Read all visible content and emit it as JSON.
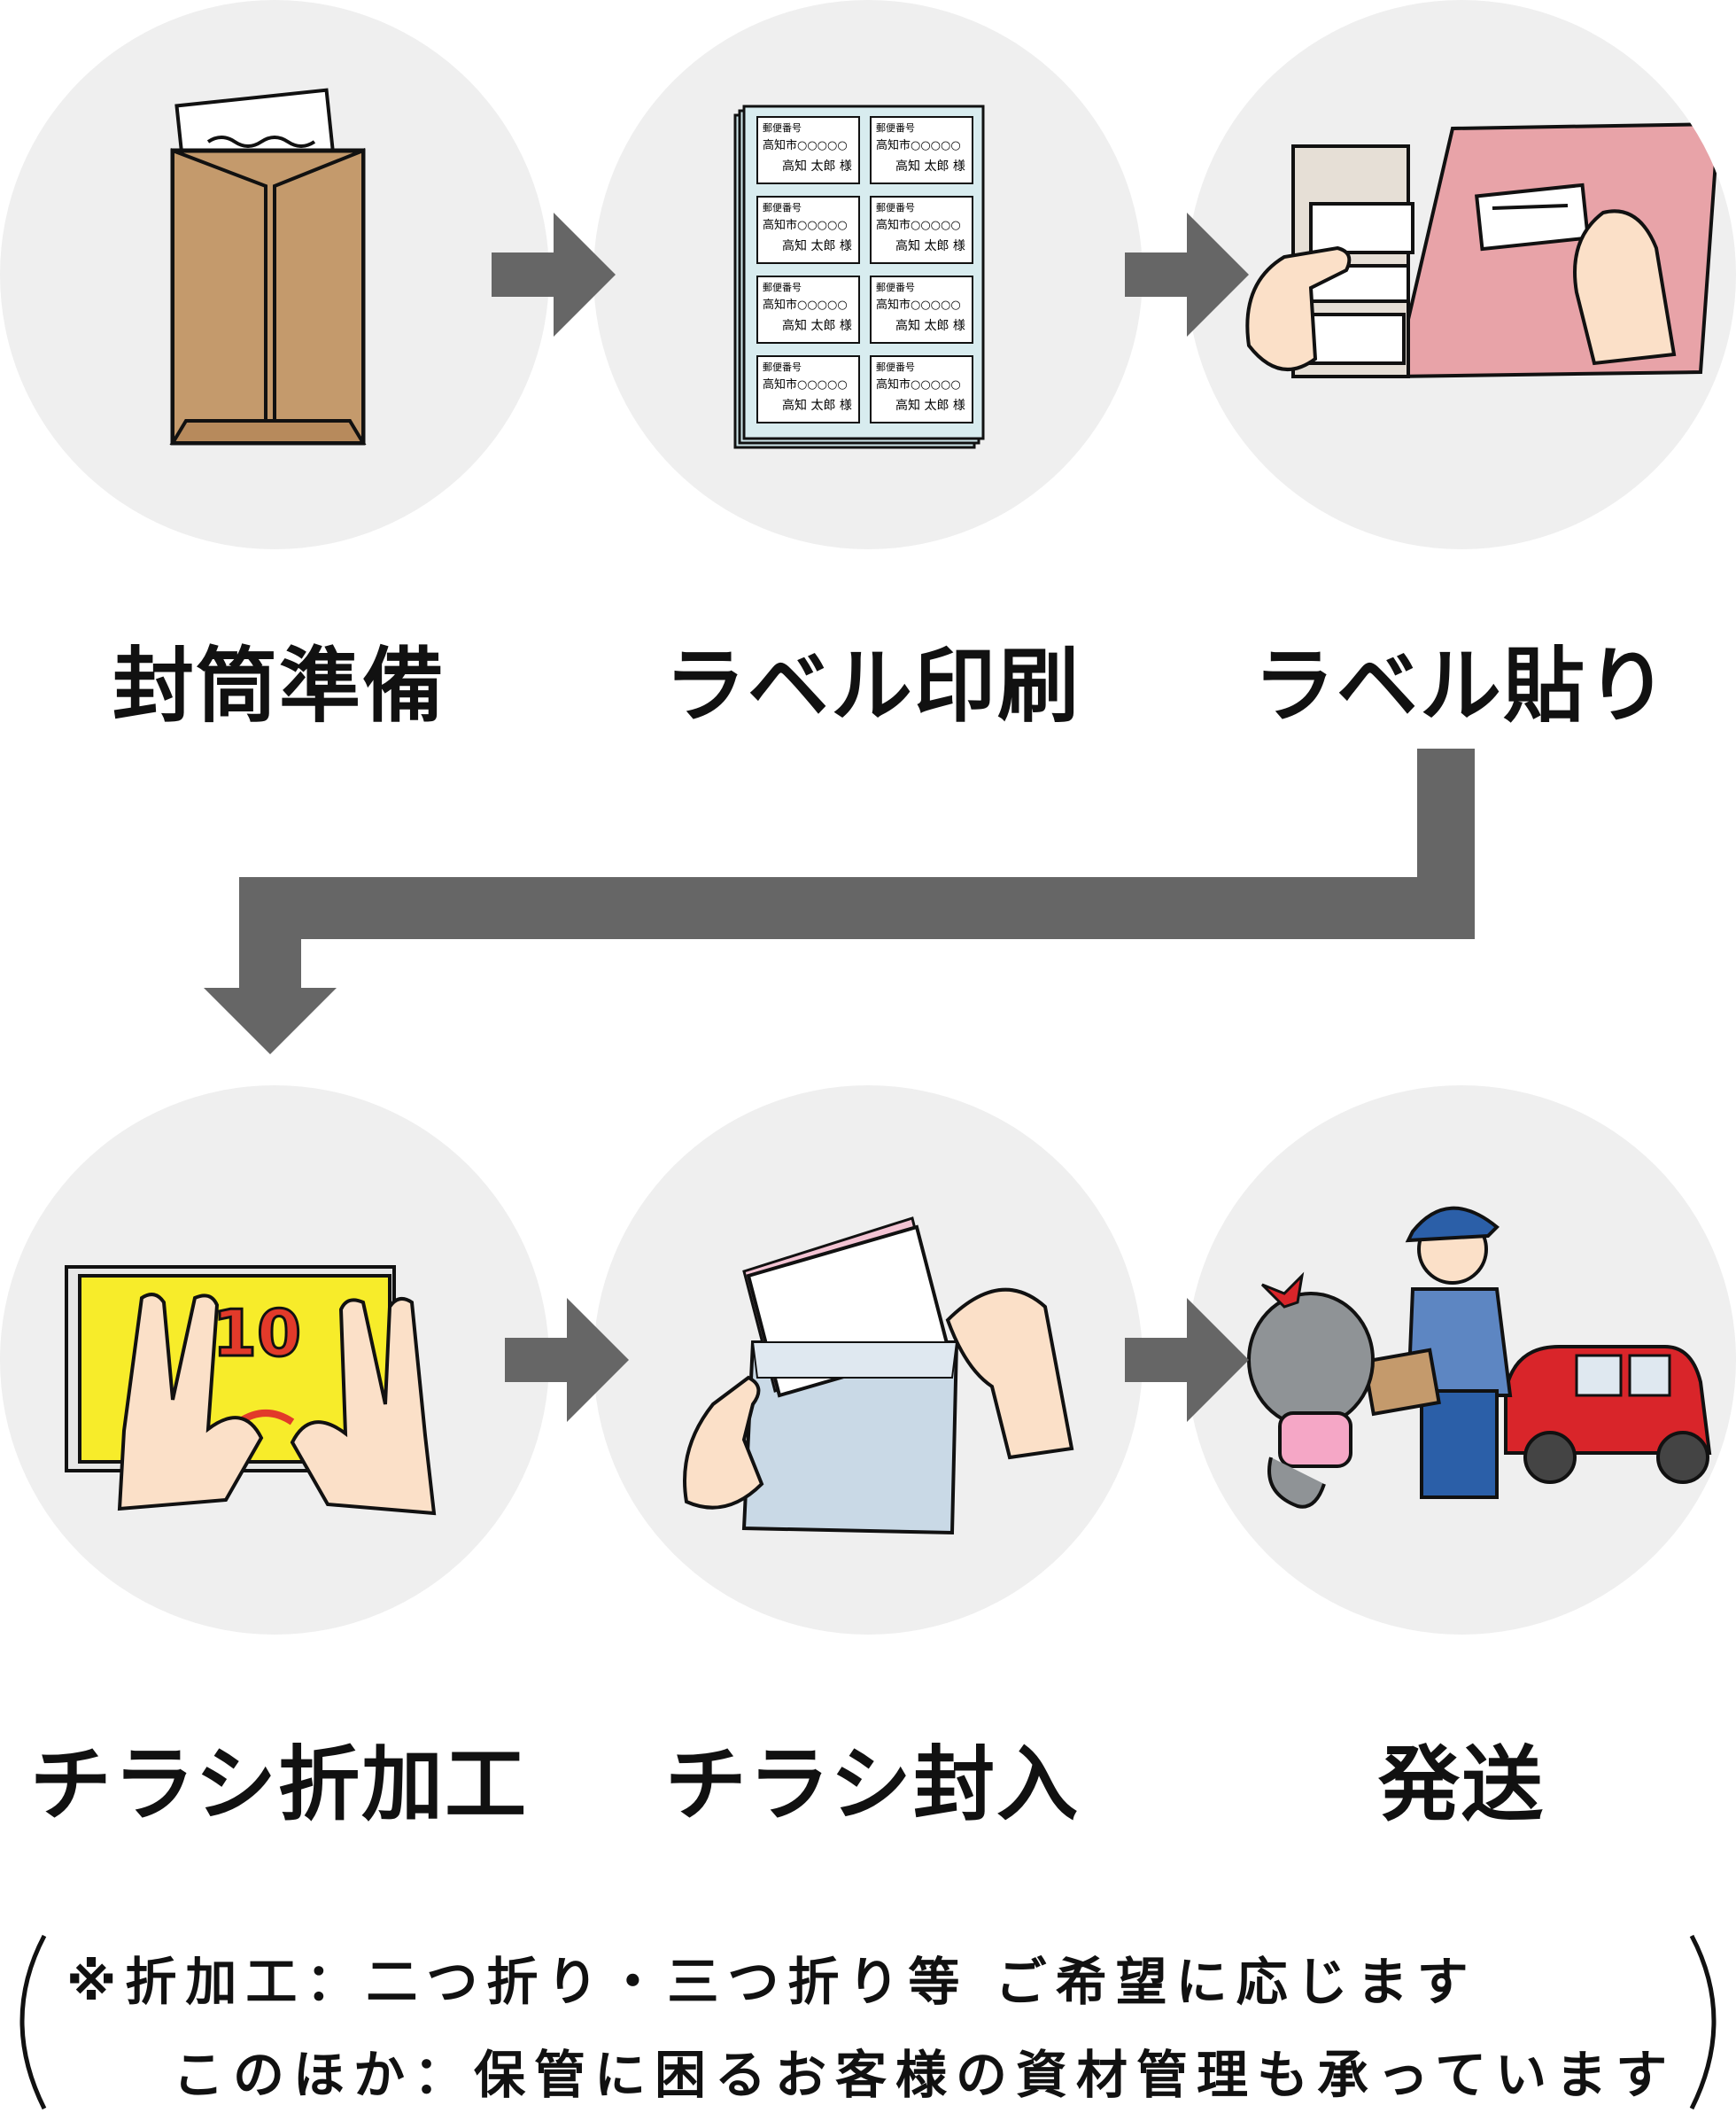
{
  "steps": [
    {
      "label": "封筒準備",
      "icon": "envelope-icon"
    },
    {
      "label": "ラベル印刷",
      "icon": "label-sheet-icon"
    },
    {
      "label": "ラベル貼り",
      "icon": "label-sticking-icon"
    },
    {
      "label": "チラシ折加工",
      "icon": "flyer-folding-icon"
    },
    {
      "label": "チラシ封入",
      "icon": "flyer-insert-icon"
    },
    {
      "label": "発送",
      "icon": "postal-delivery-icon"
    }
  ],
  "label_sheet": {
    "header": "郵便番号",
    "address": "高知市○○○○○",
    "name": "高知 太郎",
    "honorific": "様"
  },
  "flyer_text": "10",
  "note": {
    "line1": "※折加工：二つ折り・三つ折り等 ご希望に応じます",
    "line2": "このほか：保管に困るお客様の資材管理も承っています"
  },
  "colors": {
    "circle_bg": "#efefef",
    "arrow": "#666666",
    "envelope": "#c49a6c",
    "label_sheet": "#cfe6ea",
    "pink_sheet": "#e8a3a8",
    "flyer_yellow": "#f7ec2a",
    "flyer_red": "#e23a2a",
    "postal_red": "#d9252a"
  }
}
